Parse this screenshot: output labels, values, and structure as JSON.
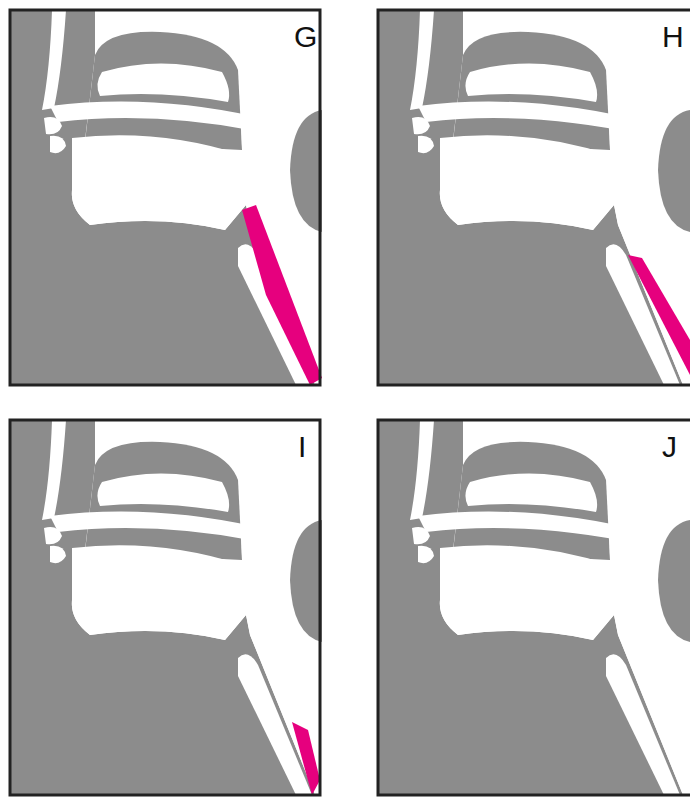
{
  "diagram": {
    "labels": [
      "G",
      "H",
      "I",
      "J"
    ]
  }
}
